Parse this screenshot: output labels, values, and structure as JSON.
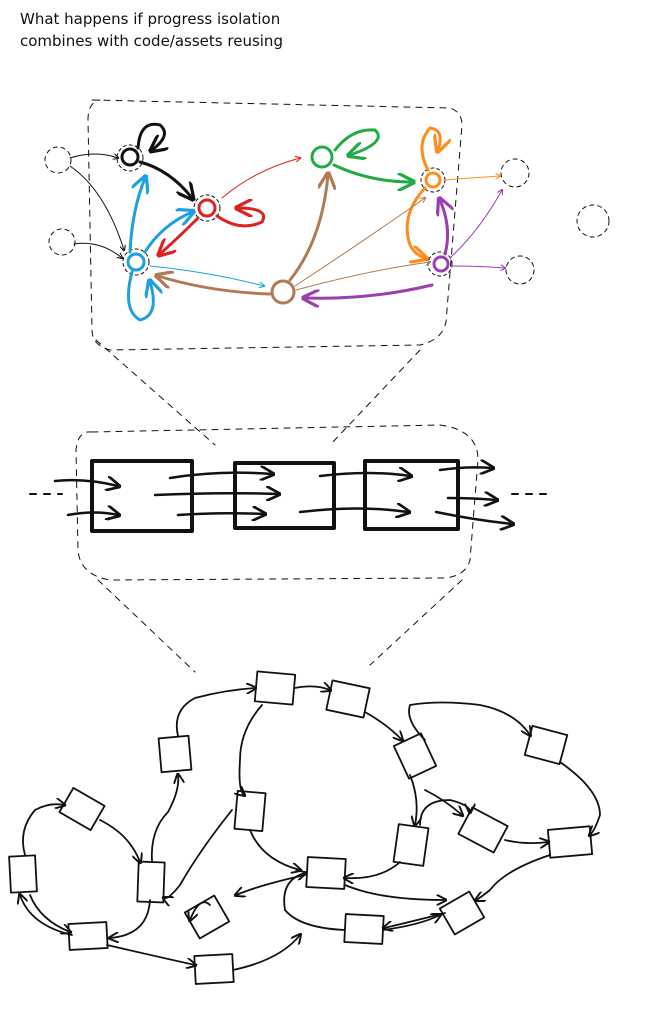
{
  "caption": {
    "line1": "What happens if progress isolation",
    "line2": "combines with code/assets reusing"
  },
  "colors": {
    "ink": "#111111",
    "black_node": "#111111",
    "red_node": "#dd2222",
    "green_node": "#22aa44",
    "orange_node": "#ff8c1a",
    "purple_node": "#9b3fb0",
    "blue_node": "#1e9fe0",
    "brown_node": "#b07a55"
  },
  "panels": {
    "top": "colored state graph",
    "middle": "chain of three blocks",
    "bottom": "network of many blocks"
  }
}
